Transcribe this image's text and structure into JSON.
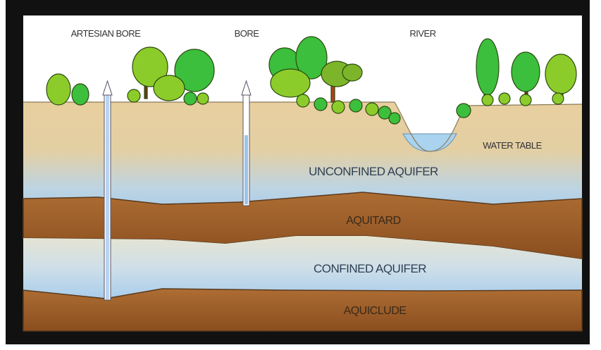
{
  "labels": {
    "artesian_bore": "ARTESIAN BORE",
    "bore": "BORE",
    "river": "RIVER",
    "water_table": "WATER TABLE",
    "unconfined_aquifer": "UNCONFINED AQUIFER",
    "aquitard": "AQUITARD",
    "confined_aquifer": "CONFINED AQUIFER",
    "aquiclude": "AQUICLUDE"
  },
  "colors": {
    "frame": "#111111",
    "sky": "#ffffff",
    "soil": "#e6cc9a",
    "unconfined_water": "#b9d3e6",
    "aquitard": "#a8672e",
    "confined_aquifer": "#c9def0",
    "aquiclude": "#9a5a26",
    "tree_light": "#8ccc2a",
    "tree_dark": "#3cbf3c"
  }
}
